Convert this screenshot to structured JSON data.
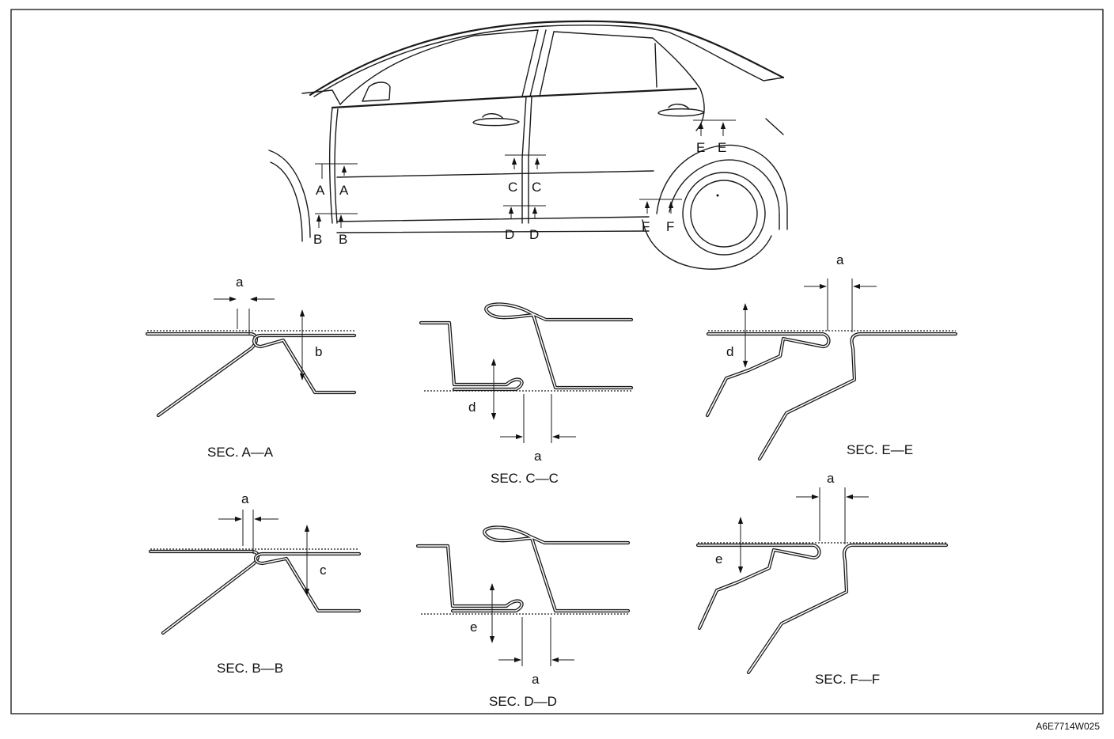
{
  "car_view": {
    "cut_labels": {
      "A": "A",
      "B": "B",
      "C": "C",
      "D": "D",
      "E": "E",
      "F": "F"
    }
  },
  "sections": [
    {
      "id": "AA",
      "caption": "SEC. A—A",
      "dims": [
        "a",
        "b"
      ]
    },
    {
      "id": "CC",
      "caption": "SEC. C—C",
      "dims": [
        "a",
        "d"
      ]
    },
    {
      "id": "EE",
      "caption": "SEC. E—E",
      "dims": [
        "a",
        "d"
      ]
    },
    {
      "id": "BB",
      "caption": "SEC. B—B",
      "dims": [
        "a",
        "c"
      ]
    },
    {
      "id": "DD",
      "caption": "SEC. D—D",
      "dims": [
        "a",
        "e"
      ]
    },
    {
      "id": "FF",
      "caption": "SEC. F—F",
      "dims": [
        "a",
        "e"
      ]
    }
  ],
  "figure_code": "A6E7714W025"
}
